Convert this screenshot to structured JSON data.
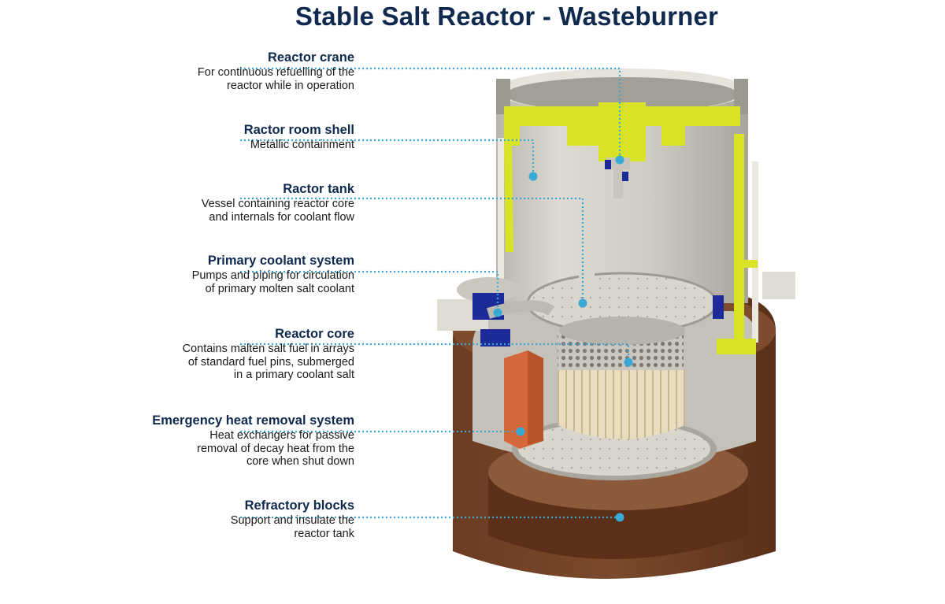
{
  "title": "Stable Salt Reactor - Wasteburner",
  "colors": {
    "leader_line": "#39a9d6",
    "title_text": "#0f2a4e",
    "refractory": "#6a3b21",
    "crane": "#d8e326",
    "core_fuel": "#e9dcbf",
    "heat_exchanger": "#d4683a",
    "pump_blue": "#1d2b9a"
  },
  "callouts": [
    {
      "title": "Reactor crane",
      "description": "For continuous refuelling of the\nreactor while in operation",
      "icon": "crane"
    },
    {
      "title": "Ractor room shell",
      "description": "Metallic containment",
      "icon": "shell"
    },
    {
      "title": "Ractor tank",
      "description": "Vessel containing reactor core\nand internals for coolant flow",
      "icon": "tank"
    },
    {
      "title": "Primary coolant system",
      "description": "Pumps and piping for circulation\nof primary molten salt coolant",
      "icon": "pump"
    },
    {
      "title": "Reactor core",
      "description": "Contains malten salt fuel in arrays\nof standard fuel pins, submerged\nin a primary coolant salt",
      "icon": "core"
    },
    {
      "title": "Emergency heat removal system",
      "description": "Heat exchangers for passive\nremoval of decay heat from the\ncore when shut down",
      "icon": "heat-exchanger"
    },
    {
      "title": "Refractory blocks",
      "description": "Support and insulate the\nreactor tank",
      "icon": "refractory"
    }
  ]
}
